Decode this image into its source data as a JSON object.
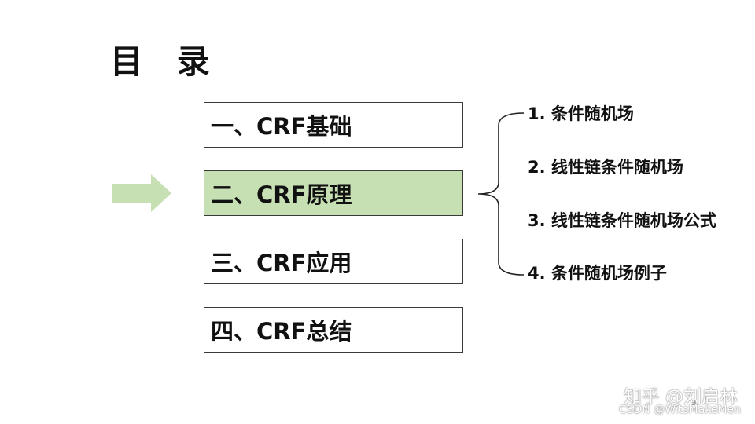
{
  "title": "目 录",
  "sections": [
    {
      "label": "一、CRF基础",
      "active": false
    },
    {
      "label": "二、CRF原理",
      "active": true
    },
    {
      "label": "三、CRF应用",
      "active": false
    },
    {
      "label": "四、CRF总结",
      "active": false
    }
  ],
  "subsections": [
    "1. 条件随机场",
    "2. 线性链条件随机场",
    "3. 线性链条件随机场公式",
    "4. 条件随机场例子"
  ],
  "page_number": "9",
  "watermarks": {
    "zhihu": "知乎 @刘启林",
    "csdn": "CSDN @WitsMakeMen"
  },
  "colors": {
    "active_fill": "#c6e0b4",
    "arrow_fill": "#c6e0b4",
    "border": "#3a3a3a",
    "text": "#111111"
  },
  "icons": {
    "pointer": "right-arrow-icon",
    "group": "left-brace-icon"
  }
}
